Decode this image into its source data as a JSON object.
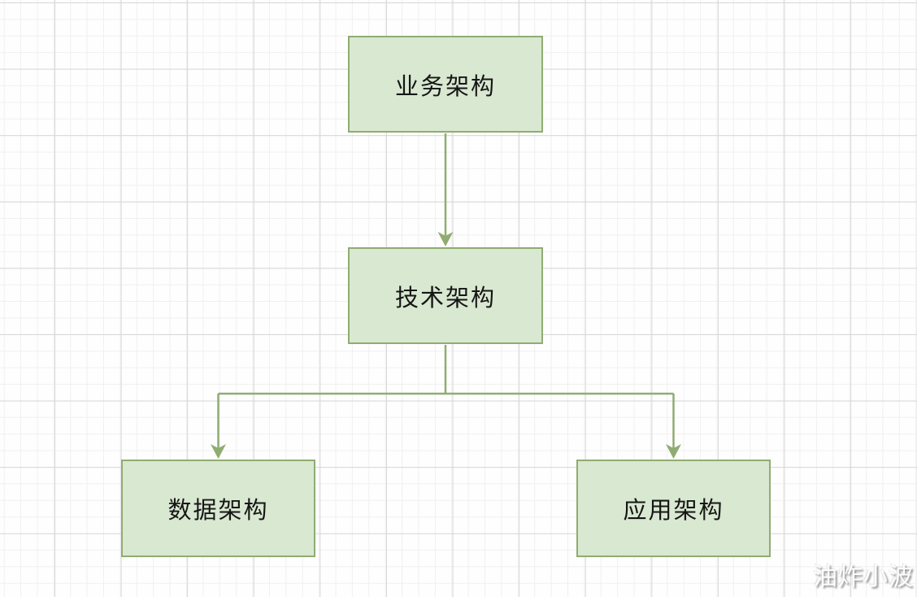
{
  "diagram": {
    "type": "flowchart",
    "nodes": [
      {
        "id": "business",
        "label": "业务架构"
      },
      {
        "id": "technology",
        "label": "技术架构"
      },
      {
        "id": "data",
        "label": "数据架构"
      },
      {
        "id": "application",
        "label": "应用架构"
      }
    ],
    "edges": [
      {
        "from": "business",
        "to": "technology"
      },
      {
        "from": "technology",
        "to": "data"
      },
      {
        "from": "technology",
        "to": "application"
      }
    ],
    "colors": {
      "node_fill": "#d9e8d1",
      "node_border": "#90ac72",
      "connector": "#90ac72",
      "text": "#161616",
      "grid_minor": "#f0f0f0",
      "grid_major": "#d7d7d7",
      "background": "#fefefe"
    }
  },
  "watermark": {
    "text": "油炸小波"
  }
}
